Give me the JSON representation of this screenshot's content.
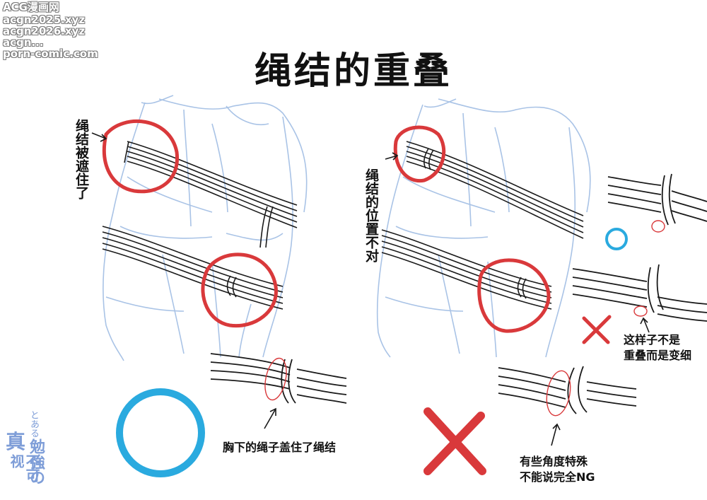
{
  "watermark": {
    "line1": "ACG漫画网",
    "line2": "acgn2025.xyz",
    "line3": "acgn2026.xyz",
    "line4": "acgn...",
    "line5": "porn-comic.com"
  },
  "title": "绳结的重叠",
  "labels": {
    "left_knot_hidden": "绳结被遮住了",
    "right_knot_wrong": "绳结的位置不对",
    "chest_rope_covers": "胸下的绳子盖住了绳结",
    "not_overlap_line1": "这样子不是",
    "not_overlap_line2": "重叠而是变细",
    "special_angle_line1": "有些角度特殊",
    "special_angle_line2": "不能说完全NG"
  },
  "logo": {
    "top": "とある",
    "mid": "勉強の",
    "bottom1": "真",
    "bottom2": "不可视"
  },
  "colors": {
    "sketch_blue": "#a9c3e6",
    "mark_red": "#d9393b",
    "ok_cyan": "#2aaadf",
    "ink": "#1a1a1a"
  },
  "icons": [
    "arrow-icon",
    "ok-circle-icon",
    "ng-cross-icon"
  ]
}
